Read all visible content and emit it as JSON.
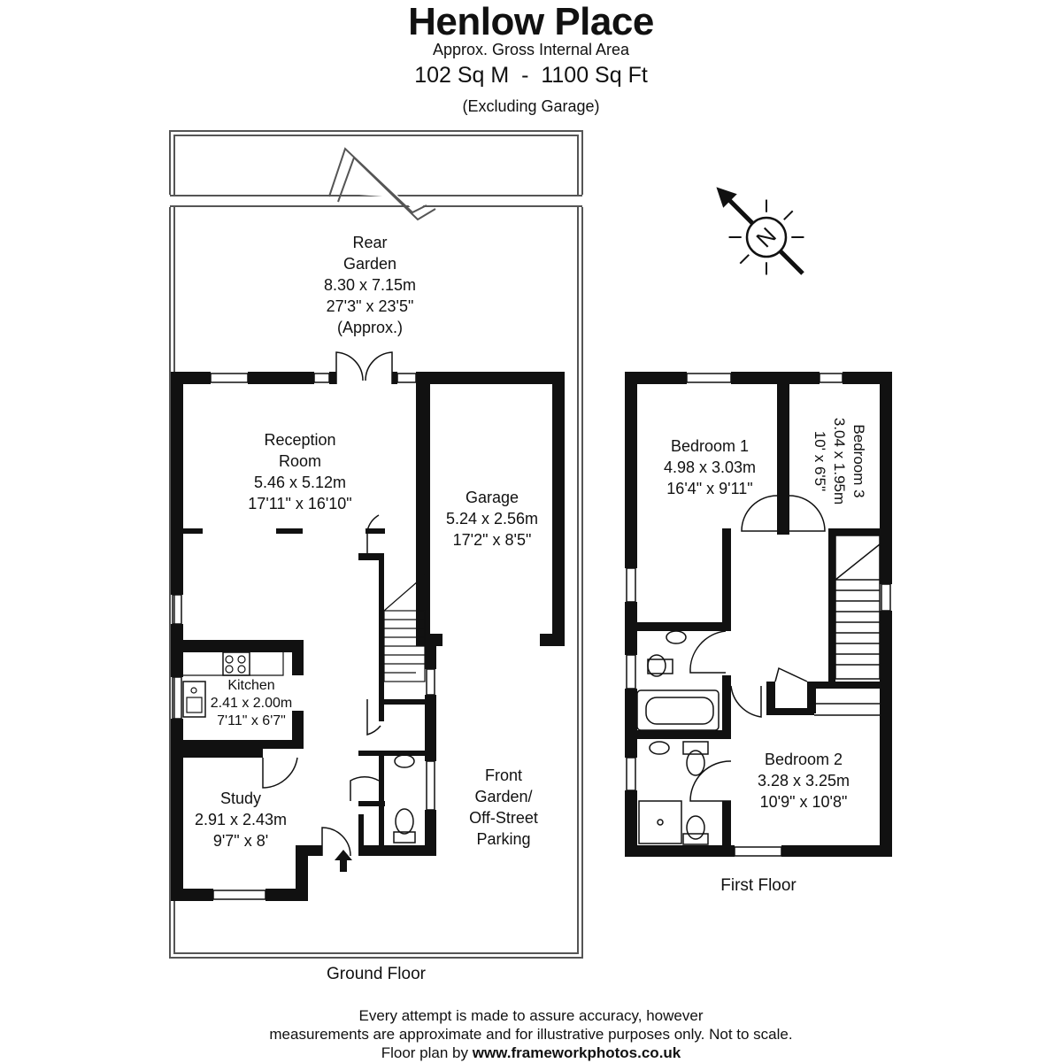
{
  "header": {
    "title": "Henlow Place",
    "area_label": "Approx. Gross Internal Area",
    "area_value": "102 Sq M  -  1100 Sq Ft",
    "area_note": "(Excluding Garage)"
  },
  "ground_floor": {
    "label": "Ground Floor",
    "rooms": {
      "rear_garden": {
        "name_1": "Rear",
        "name_2": "Garden",
        "metric": "8.30 x 7.15m",
        "imperial": "27'3\" x 23'5\"",
        "note": "(Approx.)"
      },
      "reception": {
        "name_1": "Reception",
        "name_2": "Room",
        "metric": "5.46 x 5.12m",
        "imperial": "17'11\" x 16'10\""
      },
      "garage": {
        "name": "Garage",
        "metric": "5.24 x 2.56m",
        "imperial": "17'2\" x 8'5\""
      },
      "kitchen": {
        "name": "Kitchen",
        "metric": "2.41 x 2.00m",
        "imperial": "7'11\" x 6'7\""
      },
      "study": {
        "name": "Study",
        "metric": "2.91 x 2.43m",
        "imperial": "9'7\" x 8'"
      },
      "front_garden": {
        "name_1": "Front",
        "name_2": "Garden/",
        "name_3": "Off-Street",
        "name_4": "Parking"
      }
    }
  },
  "first_floor": {
    "label": "First Floor",
    "rooms": {
      "bedroom1": {
        "name": "Bedroom 1",
        "metric": "4.98 x 3.03m",
        "imperial": "16'4\" x 9'11\""
      },
      "bedroom2": {
        "name": "Bedroom 2",
        "metric": "3.28 x 3.25m",
        "imperial": "10'9\" x 10'8\""
      },
      "bedroom3": {
        "name": "Bedroom 3",
        "metric": "3.04 x 1.95m",
        "imperial": "10' x 6'5\""
      }
    }
  },
  "compass": {
    "letter": "N",
    "icon": "north-arrow-icon"
  },
  "footer": {
    "line1": "Every attempt is made to assure accuracy, however",
    "line2": "measurements are approximate and for illustrative purposes only. Not to scale.",
    "line3_prefix": "Floor plan by",
    "line3_site": "www.frameworkphotos.co.uk"
  },
  "colors": {
    "wall": "#111111",
    "background": "#ffffff",
    "garden_outline": "#555555"
  }
}
